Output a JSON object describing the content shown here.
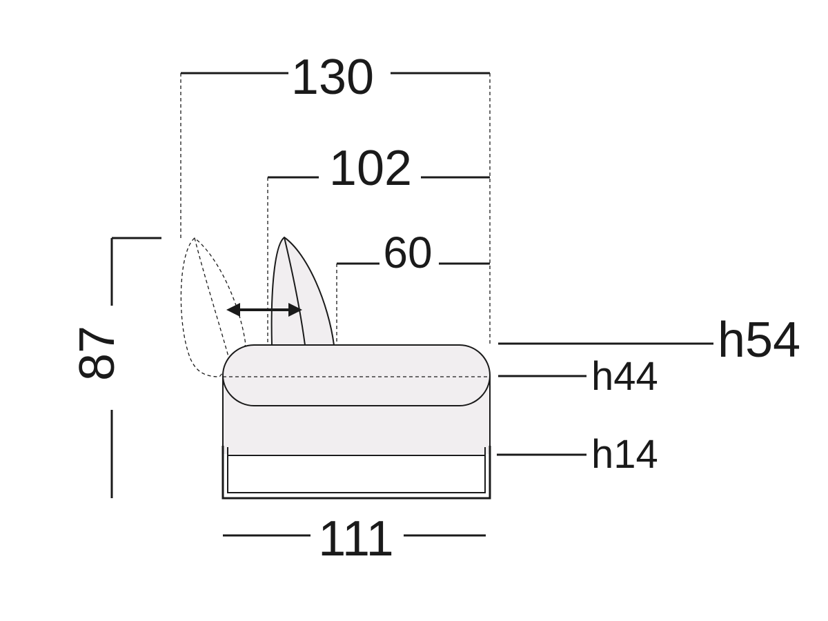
{
  "dimensions": {
    "depth_open": "130",
    "depth_closed": "102",
    "seat_depth": "60",
    "total_height": "87",
    "backrest_height": "h54",
    "seat_height": "h44",
    "base_height": "h14",
    "width": "111"
  }
}
